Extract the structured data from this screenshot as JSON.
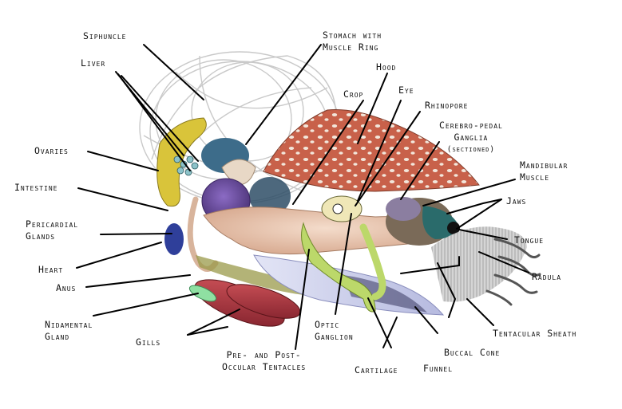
{
  "labels": {
    "siphuncle": "Siphuncle",
    "liver": "Liver",
    "ovaries": "Ovaries",
    "intestine": "Intestine",
    "pericardial_1": "Pericardial",
    "pericardial_2": "Glands",
    "heart": "Heart",
    "anus": "Anus",
    "nidamental_1": "Nidamental",
    "nidamental_2": "Gland",
    "gills": "Gills",
    "pre_post_1": "Pre- and Post-",
    "pre_post_2": "Occular Tentacles",
    "stomach_1": "Stomach with",
    "stomach_2": "Muscle Ring",
    "hood": "Hood",
    "crop": "Crop",
    "eye": "Eye",
    "rhinopore": "Rhinopore",
    "cerebro_1": "Cerebro-pedal",
    "cerebro_2": "Ganglia",
    "cerebro_3": "(sectioned)",
    "mandibular_1": "Mandibular",
    "mandibular_2": "Muscle",
    "jaws": "Jaws",
    "tongue": "Tongue",
    "radula": "Radula",
    "tentacular_sheath": "Tentacular Sheath",
    "buccal_cone": "Buccal Cone",
    "funnel": "Funnel",
    "cartilage": "Cartilage",
    "optic_1": "Optic",
    "optic_2": "Ganglion"
  },
  "colors": {
    "hood": "#c8614a",
    "hood_spots": "#f2e6da",
    "liver": "#d9c43a",
    "crop": "#6a4f9c",
    "stomach": "#3d6c8a",
    "body": "#e9c7b0",
    "heart": "#2f3f9a",
    "gills": "#b0373f",
    "nidamental": "#8fe0a2",
    "cartilage": "#bcd86a",
    "funnel": "#cfd2ee",
    "shell_lines": "#c9c9c9",
    "tentacle": "#555555"
  }
}
